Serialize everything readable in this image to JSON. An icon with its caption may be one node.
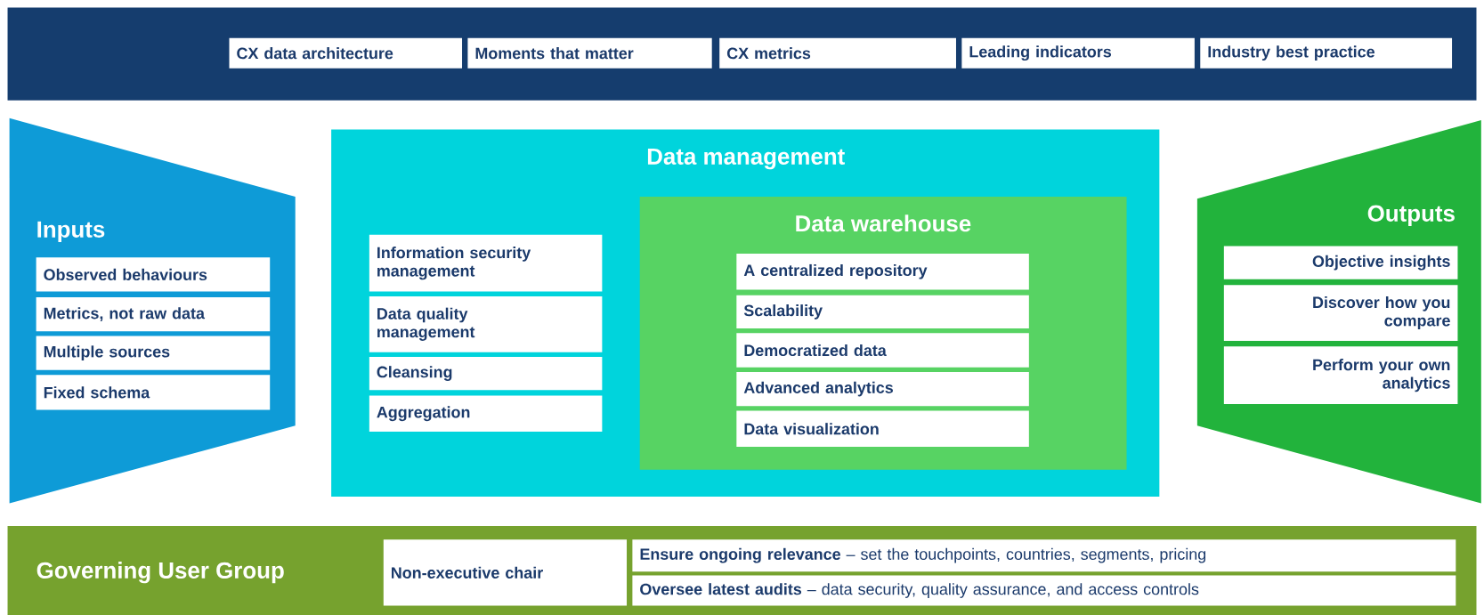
{
  "diagram": {
    "nodes": [
      {
        "text": [],
        "shape": "band"
      },
      {
        "text": [
          "CX data architecture"
        ],
        "in": 0
      },
      {
        "text": [
          "Moments that matter"
        ],
        "in": 0
      },
      {
        "text": [
          "CX metrics"
        ],
        "in": 0
      },
      {
        "text": [
          "Leading indicators"
        ],
        "in": 0
      },
      {
        "text": [
          "Industry best practice"
        ],
        "in": 0
      },
      {
        "text": [
          "Inputs"
        ]
      },
      {
        "text": [
          "Observed behaviours"
        ],
        "in": 6
      },
      {
        "text": [
          "Metrics, not raw data"
        ],
        "in": 6
      },
      {
        "text": [
          "Multiple sources"
        ],
        "in": 6
      },
      {
        "text": [
          "Fixed schema"
        ],
        "in": 6
      },
      {
        "text": [
          "Data management"
        ]
      },
      {
        "text": [
          "Information security management"
        ],
        "in": 11
      },
      {
        "text": [
          "Data quality management"
        ],
        "in": 11
      },
      {
        "text": [
          "Cleansing"
        ],
        "in": 11
      },
      {
        "text": [
          "Aggregation"
        ],
        "in": 11
      },
      {
        "text": [
          "Data warehouse"
        ],
        "in": 11
      },
      {
        "text": [
          "A centralized repository"
        ],
        "in": 16
      },
      {
        "text": [
          "Scalability"
        ],
        "in": 16
      },
      {
        "text": [
          "Democratized data"
        ],
        "in": 16
      },
      {
        "text": [
          "Advanced analytics"
        ],
        "in": 16
      },
      {
        "text": [
          "Data visualization"
        ],
        "in": 16
      },
      {
        "text": [
          "Outputs"
        ]
      },
      {
        "text": [
          "Objective insights"
        ],
        "in": 22
      },
      {
        "text": [
          "Discover how you compare"
        ],
        "in": 22
      },
      {
        "text": [
          "Perform your own analytics"
        ],
        "in": 22
      },
      {
        "text": [
          "Governing User Group"
        ]
      },
      {
        "text": [
          "Non-executive chair"
        ],
        "in": 26
      },
      {
        "text": [
          "**Ensure ongoing relevance** – set the touchpoints, countries, segments, pricing"
        ],
        "in": 26
      },
      {
        "text": [
          "**Oversee latest audits** – data security, quality assurance, and access controls"
        ],
        "in": 26
      }
    ]
  }
}
